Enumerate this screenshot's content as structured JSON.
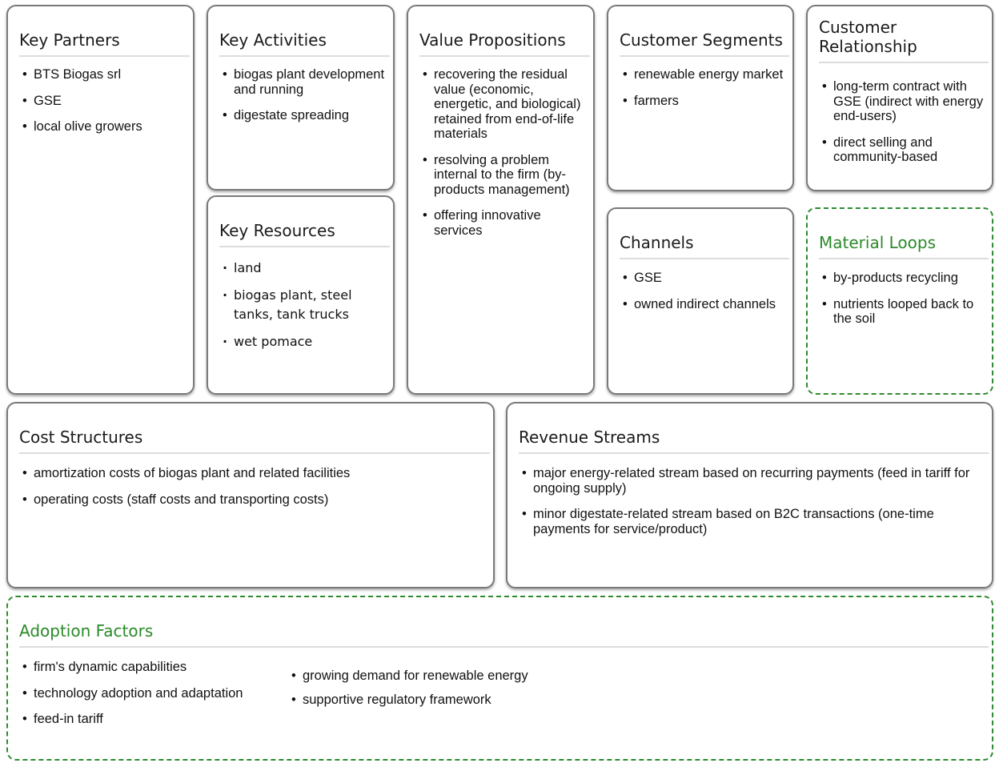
{
  "key_partners": {
    "title": "Key Partners",
    "items": [
      "BTS Biogas srl",
      "GSE",
      "local olive growers"
    ]
  },
  "key_activities": {
    "title": "Key Activities",
    "items": [
      "biogas plant development and running",
      "digestate spreading"
    ]
  },
  "key_resources": {
    "title": "Key Resources",
    "items": [
      "land",
      "biogas plant, steel tanks, tank trucks",
      "wet pomace"
    ]
  },
  "value_propositions": {
    "title": "Value Propositions",
    "items": [
      "recovering the residual value (economic, energetic, and biological) retained from end-of-life materials",
      "resolving a problem internal to the firm (by-products management)",
      "offering innovative services"
    ]
  },
  "customer_segments": {
    "title": "Customer Segments",
    "items": [
      "renewable energy market",
      "farmers"
    ]
  },
  "customer_relationship": {
    "title_line1": "Customer",
    "title_line2": "Relationship",
    "items": [
      "long-term contract with GSE (indirect with energy end-users)",
      "direct selling and community-based"
    ]
  },
  "channels": {
    "title": "Channels",
    "items": [
      "GSE",
      "owned indirect channels"
    ]
  },
  "material_loops": {
    "title": "Material Loops",
    "items": [
      "by-products recycling",
      "nutrients looped back to the soil"
    ]
  },
  "cost_structures": {
    "title": "Cost Structures",
    "items": [
      "amortization costs of biogas plant and related facilities",
      "operating costs (staff costs and transporting costs)"
    ]
  },
  "revenue_streams": {
    "title": "Revenue Streams",
    "items": [
      "major energy-related stream based on recurring payments (feed in tariff for ongoing supply)",
      "minor digestate-related stream based on B2C transactions (one-time payments for service/product)"
    ]
  },
  "adoption_factors": {
    "title": "Adoption Factors",
    "items_left": [
      "firm's dynamic capabilities",
      "technology adoption and adaptation",
      "feed-in tariff"
    ],
    "items_right": [
      "growing demand for renewable energy",
      "supportive regulatory framework"
    ]
  },
  "colors": {
    "border": "#7a7a7a",
    "green_accent": "#2a8a2a"
  }
}
